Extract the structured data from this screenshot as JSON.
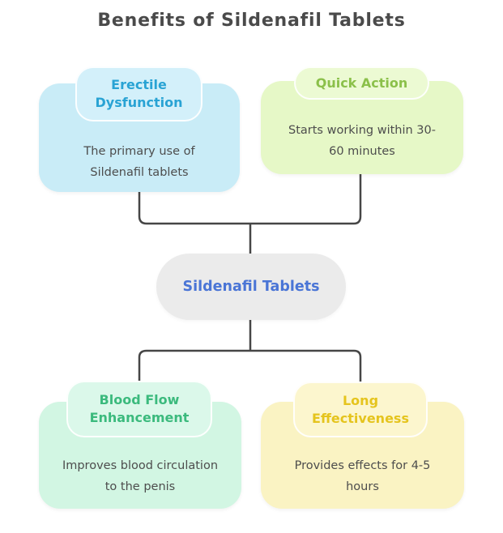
{
  "title": {
    "text": "Benefits of Sildenafil Tablets",
    "color": "#4a4a4a"
  },
  "center_node": {
    "label": "Sildenafil Tablets",
    "bg": "#ebebeb",
    "label_color": "#4a75d6"
  },
  "nodes": [
    {
      "id": "erectile-dysfunction",
      "title": "Erectile\nDysfunction",
      "body": "The primary use of\nSildenafil tablets",
      "title_color": "#29a3d4",
      "body_bg": "#c9ecf7",
      "header_bg": "#d3f0fa"
    },
    {
      "id": "quick-action",
      "title": "Quick Action",
      "body": "Starts working within 30-\n60 minutes",
      "title_color": "#8bc04a",
      "body_bg": "#e6f8c7",
      "header_bg": "#ecfad3"
    },
    {
      "id": "blood-flow-enhancement",
      "title": "Blood Flow\nEnhancement",
      "body": "Improves blood circulation\nto the penis",
      "title_color": "#3bba7d",
      "body_bg": "#d2f6e3",
      "header_bg": "#dbf8ea"
    },
    {
      "id": "long-effectiveness",
      "title": "Long\nEffectiveness",
      "body": "Provides effects for 4-5\nhours",
      "title_color": "#e5c41d",
      "body_bg": "#faf3c3",
      "header_bg": "#fcf6ce"
    }
  ],
  "connector": {
    "color": "#464646"
  },
  "body_text_color": "#4d4d4d"
}
